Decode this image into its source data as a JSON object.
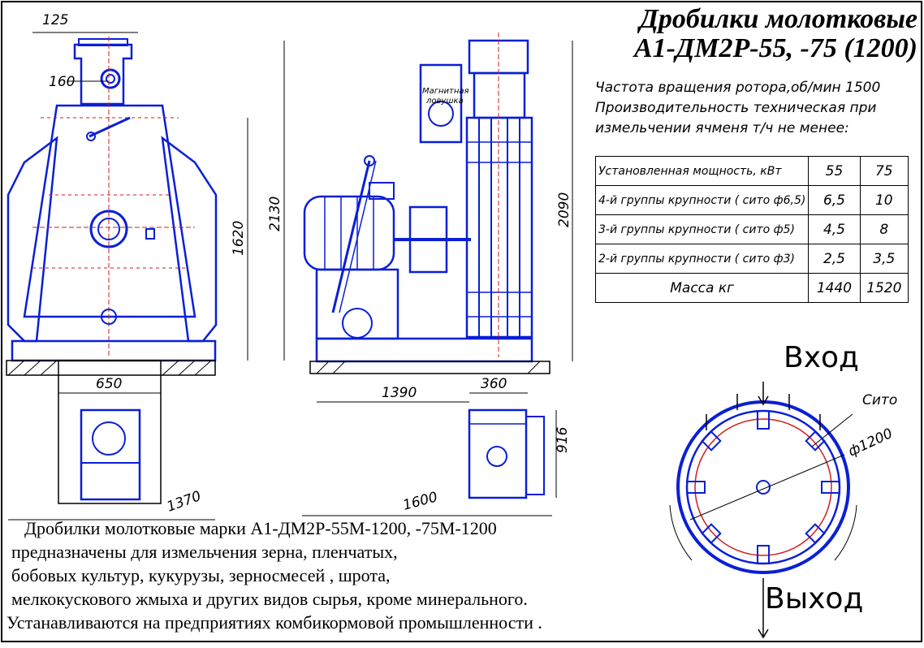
{
  "title": {
    "line1": "Дробилки молотковые",
    "line2": "А1-ДМ2Р-55, -75 (1200)"
  },
  "spec": {
    "line1": "Частота вращения ротора,об/мин 1500",
    "line2": "Производительность техническая при",
    "line3": "измельчении ячменя т/ч не менее:"
  },
  "table": {
    "rows": [
      {
        "label": "Установленная мощность, кВт",
        "v1": "55",
        "v2": "75"
      },
      {
        "label": "4-й группы крупности ( сито ф6,5)",
        "v1": "6,5",
        "v2": "10"
      },
      {
        "label": "3-й группы крупности ( сито ф5)",
        "v1": "4,5",
        "v2": "8"
      },
      {
        "label": "2-й группы крупности ( сито ф3)",
        "v1": "2,5",
        "v2": "3,5"
      }
    ],
    "mass": {
      "label": "Масса кг",
      "v1": "1440",
      "v2": "1520"
    }
  },
  "dimensions": {
    "d125": "125",
    "d160": "160",
    "d2130": "2130",
    "d1620": "1620",
    "d650": "650",
    "d1370": "1370",
    "d2090": "2090",
    "d1390": "1390",
    "d360": "360",
    "d916": "916",
    "d1600": "1600"
  },
  "labels": {
    "magnet": "Магнитная",
    "magnet2": "ловушка",
    "inlet": "Вход",
    "outlet": "Выход",
    "sieve": "Сито",
    "diameter": "ф1200"
  },
  "description": {
    "line1": "Дробилки молотковые марки А1-ДМ2Р-55М-1200, -75М-1200",
    "line2": "предназначены для измельчения зерна, пленчатых,",
    "line3": "бобовых культур, кукурузы, зерносмесей , шрота,",
    "line4": "мелкокускового жмыха и других видов сырья, кроме минерального.",
    "line5": "Устанавливаются на предприятиях комбикормовой промышленности ."
  }
}
